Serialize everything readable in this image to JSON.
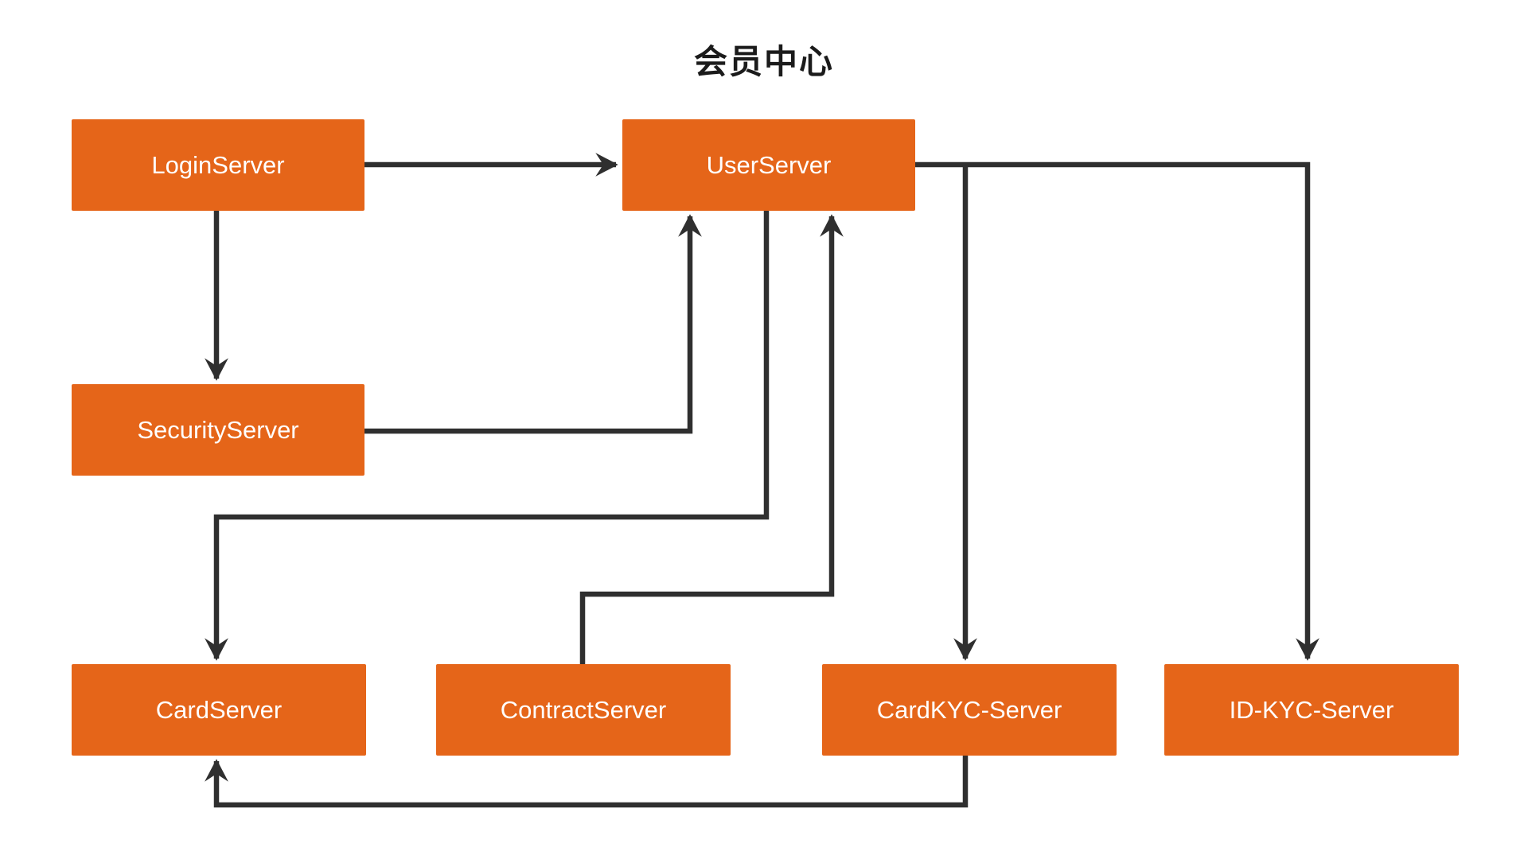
{
  "title": "会员中心",
  "colors": {
    "node_fill": "#E56519",
    "node_text": "#FFFFFF",
    "edge": "#2F2F2F",
    "background": "#FFFFFF",
    "title_text": "#1B1B1B"
  },
  "nodes": [
    {
      "id": "login-server",
      "label": "LoginServer"
    },
    {
      "id": "user-server",
      "label": "UserServer"
    },
    {
      "id": "security-server",
      "label": "SecurityServer"
    },
    {
      "id": "card-server",
      "label": "CardServer"
    },
    {
      "id": "contract-server",
      "label": "ContractServer"
    },
    {
      "id": "cardkyc-server",
      "label": "CardKYC-Server"
    },
    {
      "id": "id-kyc-server",
      "label": "ID-KYC-Server"
    }
  ],
  "edges": [
    {
      "from": "LoginServer",
      "to": "UserServer"
    },
    {
      "from": "LoginServer",
      "to": "SecurityServer"
    },
    {
      "from": "SecurityServer",
      "to": "UserServer"
    },
    {
      "from": "UserServer",
      "to": "CardServer"
    },
    {
      "from": "ContractServer",
      "to": "UserServer"
    },
    {
      "from": "UserServer",
      "to": "CardKYC-Server"
    },
    {
      "from": "UserServer",
      "to": "ID-KYC-Server"
    },
    {
      "from": "CardKYC-Server",
      "to": "CardServer"
    }
  ]
}
